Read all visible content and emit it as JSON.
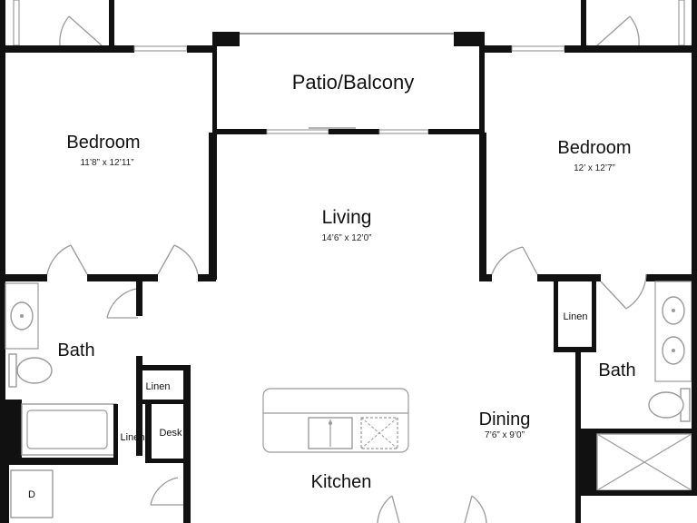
{
  "rooms": {
    "patio": {
      "name": "Patio/Balcony"
    },
    "bedroom_left": {
      "name": "Bedroom",
      "dims": "11’8” x 12’11”"
    },
    "bedroom_right": {
      "name": "Bedroom",
      "dims": "12’  x 12’7”"
    },
    "living": {
      "name": "Living",
      "dims": "14’6” x 12’0”"
    },
    "bath_left": {
      "name": "Bath"
    },
    "bath_right": {
      "name": "Bath"
    },
    "dining": {
      "name": "Dining",
      "dims": "7’6” x 9’0”"
    },
    "kitchen": {
      "name": "Kitchen"
    }
  },
  "closets": {
    "linen_left_upper": "Linen",
    "linen_left_lower": "Linen",
    "desk": "Desk",
    "linen_right": "Linen",
    "dryer": "D"
  }
}
